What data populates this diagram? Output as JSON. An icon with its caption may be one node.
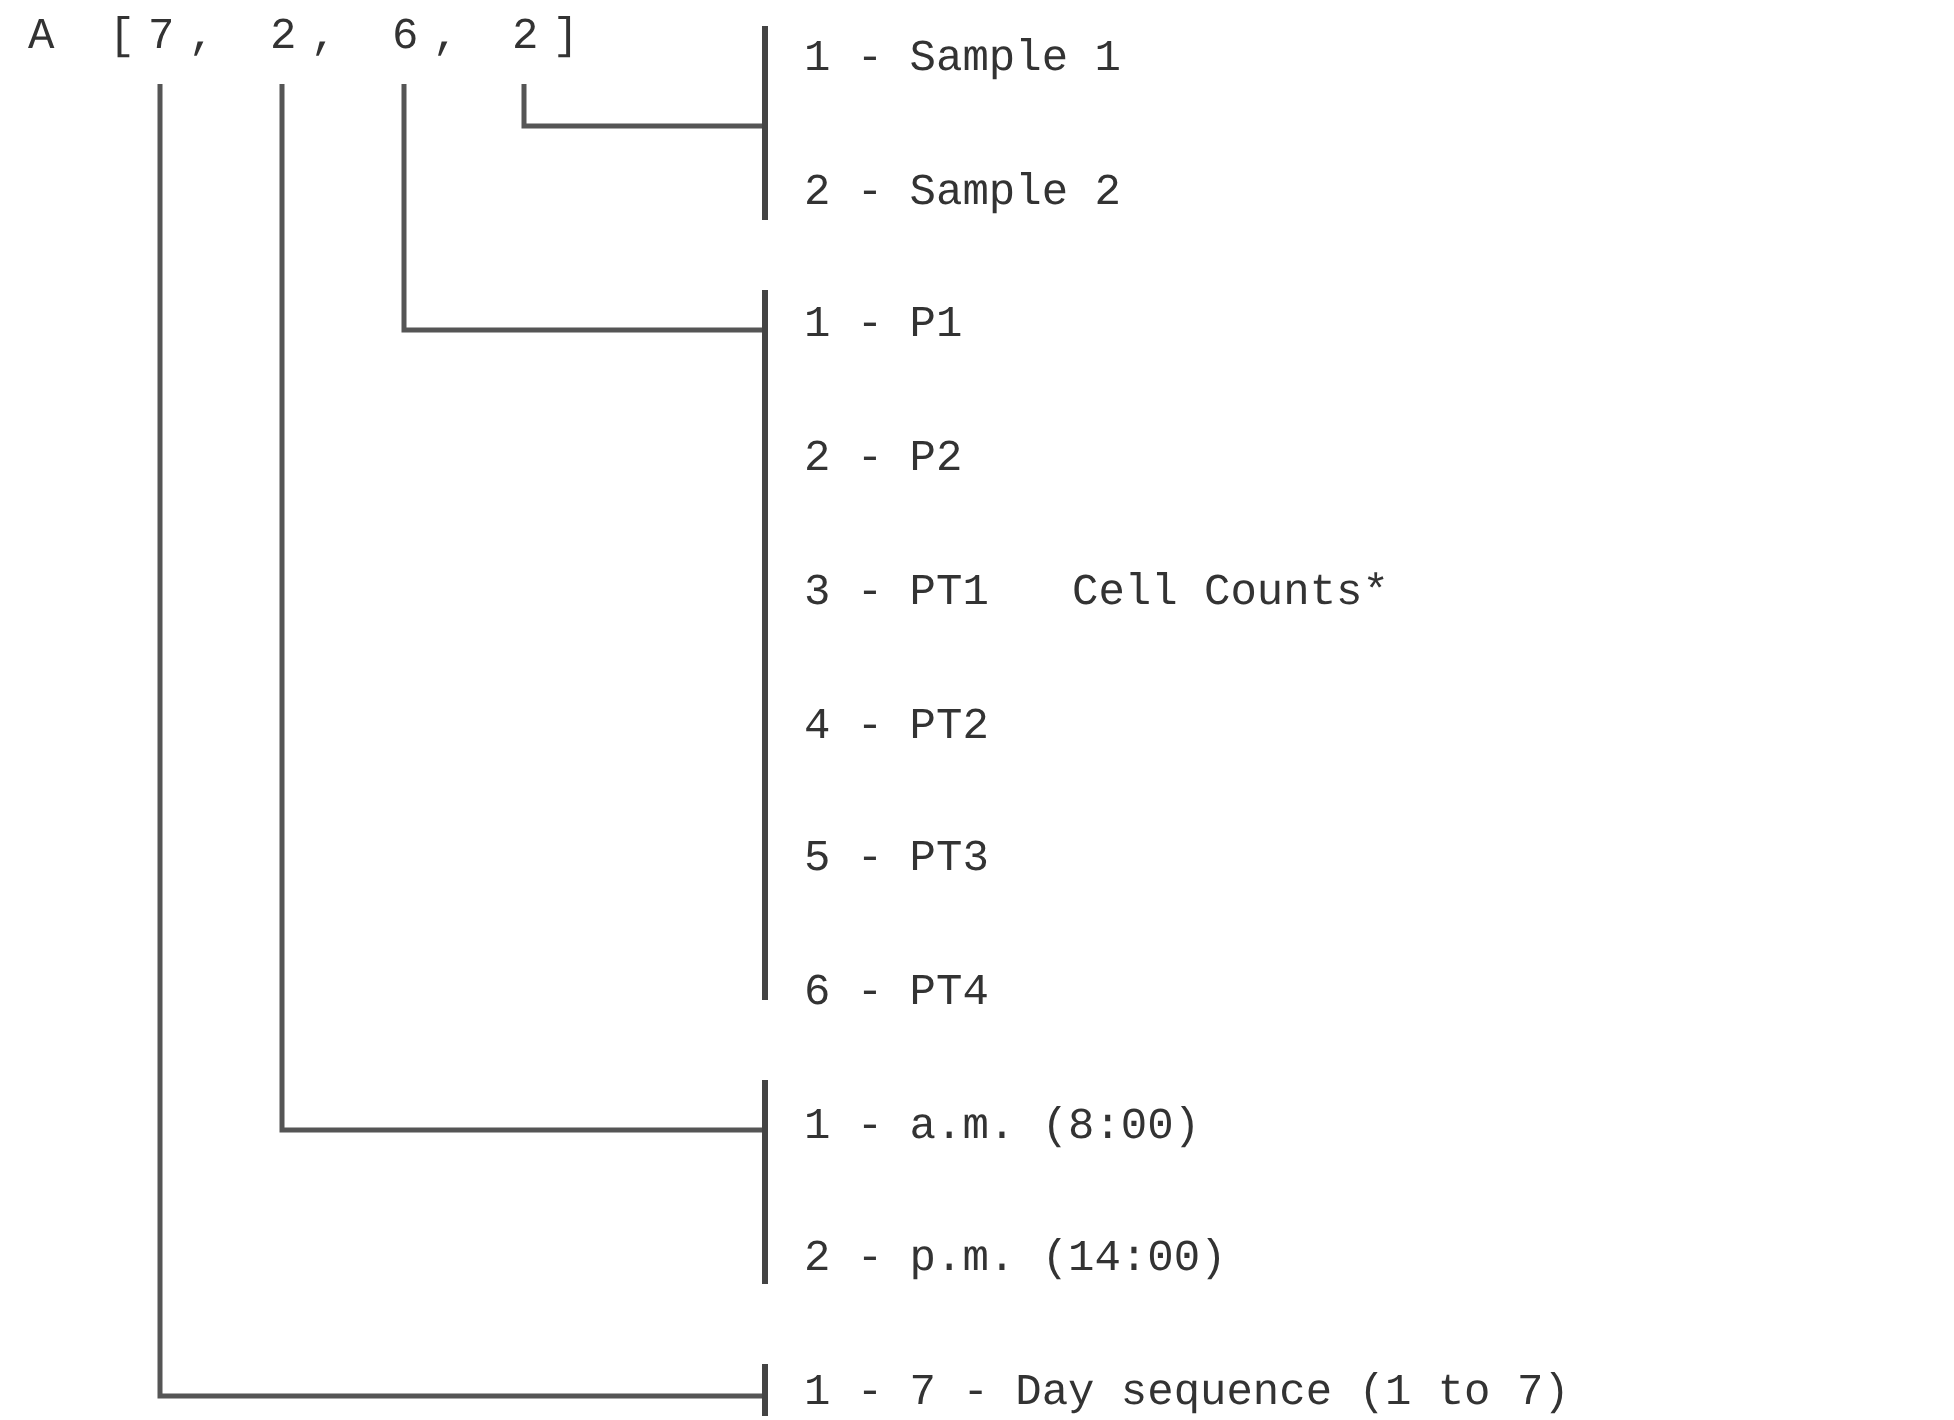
{
  "diagram": {
    "nodes": [
      {
        "text": [
          "7,"
        ]
      },
      {
        "text": [
          "2,"
        ]
      },
      {
        "text": [
          "6,"
        ]
      },
      {
        "text": [
          "2]"
        ]
      },
      {
        "text": [
          "1 - Sample 1",
          "2 - Sample 2"
        ]
      },
      {
        "text": [
          "1 - P1",
          "2 - P2",
          "3 - PT1",
          "4 - PT2",
          "5 - PT3",
          "6 - PT4"
        ]
      },
      {
        "text": [
          "1 - a.m. (8:00)",
          "2 - p.m. (14:00)"
        ]
      },
      {
        "text": [
          "1 - 7 - Day sequence (1 to 7)"
        ]
      }
    ],
    "edges": [
      {
        "from": 3,
        "to": 4,
        "arrow": "none"
      },
      {
        "from": 2,
        "to": 5,
        "arrow": "none"
      },
      {
        "from": 1,
        "to": 6,
        "arrow": "none"
      },
      {
        "from": 0,
        "to": 7,
        "arrow": "none"
      }
    ],
    "labels": [
      "A [",
      "Cell Counts*"
    ]
  }
}
